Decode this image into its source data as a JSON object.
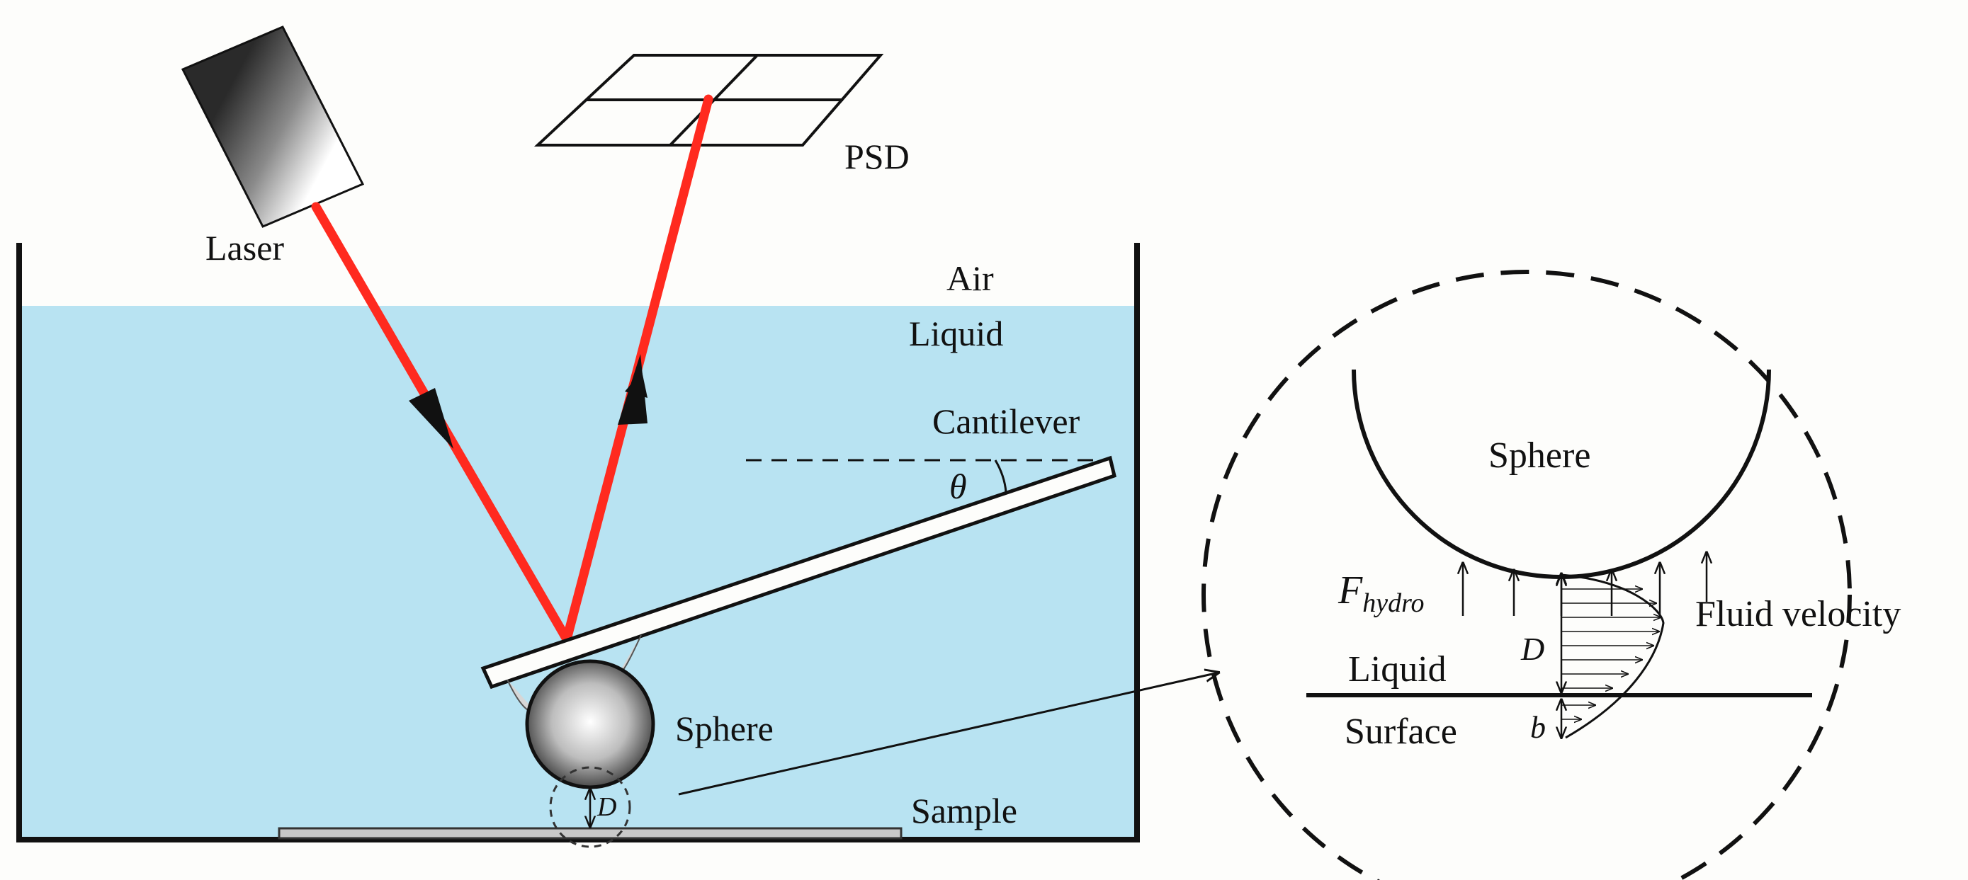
{
  "labels": {
    "laser": "Laser",
    "psd": "PSD",
    "air": "Air",
    "liquid": "Liquid",
    "cantilever": "Cantilever",
    "theta": "θ",
    "sphere": "Sphere",
    "sample": "Sample",
    "gap_d": "D"
  },
  "zoom": {
    "sphere": "Sphere",
    "force_main": "F",
    "force_sub": "hydro",
    "fluid_velocity": "Fluid velocity",
    "gap_d": "D",
    "liquid": "Liquid",
    "surface": "Surface",
    "slip_b": "b"
  },
  "colors": {
    "liquid": "#b8e3f2",
    "beam": "#ff2a1f",
    "stroke": "#111111",
    "background": "#fdfdfb"
  }
}
